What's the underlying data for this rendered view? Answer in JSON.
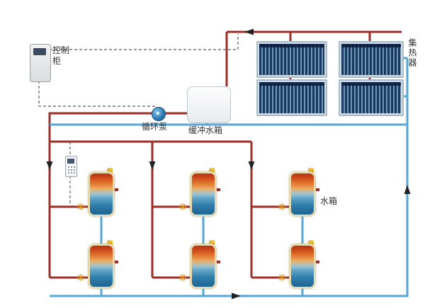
{
  "diagram": {
    "type": "solar-water-heating-system-schematic",
    "labels": {
      "control_cabinet": "控制柜",
      "circulation_pump": "循环泵",
      "buffer_tank": "缓冲水箱",
      "collector": "集热器",
      "water_tank": "水箱"
    },
    "icons": {
      "valve": "✳"
    },
    "colors": {
      "hot_pipe": "#9c2e25",
      "cold_pipe": "#56a7d7",
      "control_line": "#5a5a5a",
      "collector_tube": "#173960",
      "tank_shell_border": "#e4daae",
      "valve": "#e8940c",
      "arrow": "#222222"
    },
    "counts": {
      "collector_panels": 4,
      "water_tanks": 6,
      "valves": 6
    }
  }
}
